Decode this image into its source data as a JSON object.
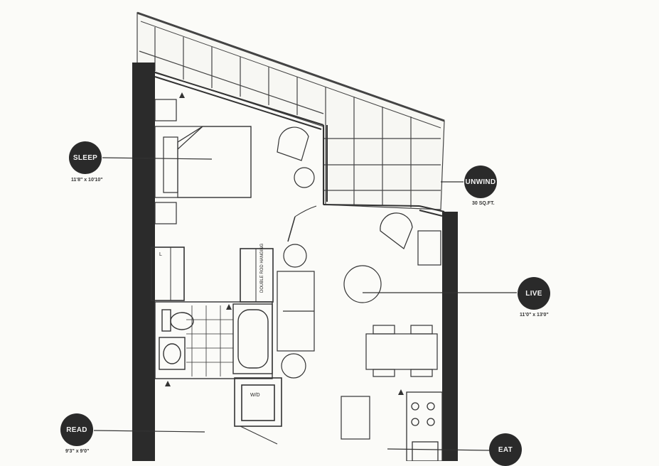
{
  "rooms": {
    "sleep": {
      "label": "SLEEP",
      "dimension": "11'8\" x 10'10\""
    },
    "unwind": {
      "label": "UNWIND",
      "dimension": "30 SQ.FT."
    },
    "live": {
      "label": "LIVE",
      "dimension": "11'0\" x 13'0\""
    },
    "read": {
      "label": "READ",
      "dimension": "9'3\" x 9'0\""
    },
    "eat": {
      "label": "EAT"
    }
  },
  "fixtures": {
    "linen": "L",
    "washer_dryer": "W/D",
    "double_rod_hanging": "DOUBLE ROD HANGING"
  },
  "colors": {
    "wall": "#2b2b2b",
    "line": "#333333",
    "badge": "#2a2a2a",
    "paper": "#fbfbf8"
  }
}
